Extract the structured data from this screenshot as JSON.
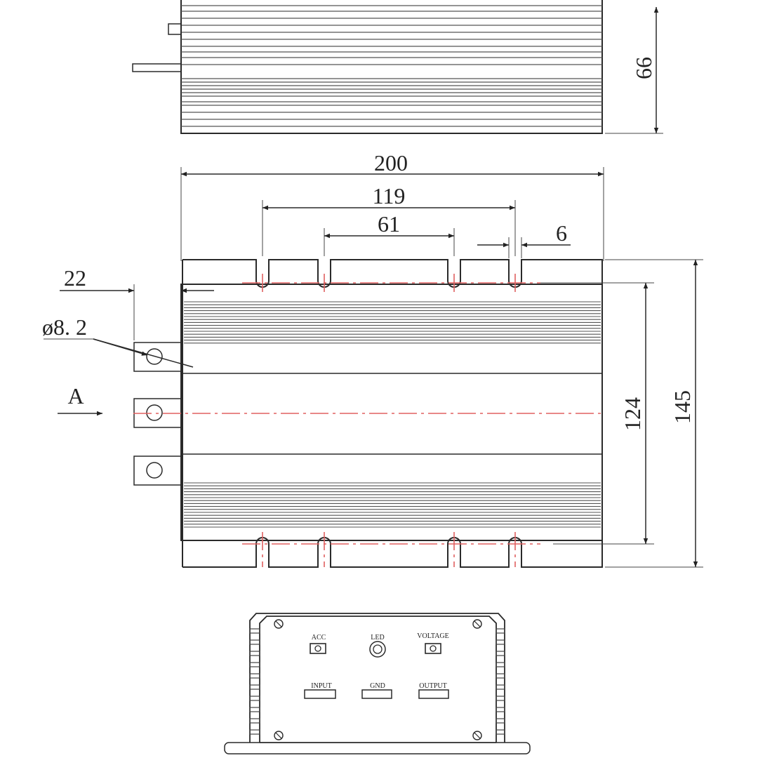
{
  "dimensions": {
    "height": "66",
    "overall_width": "200",
    "slot_span_outer": "119",
    "slot_span_inner": "61",
    "slot_width": "6",
    "tab_offset": "22",
    "hole_diameter": "ø8. 2",
    "mount_span": "124",
    "overall_depth": "145"
  },
  "view_label": "A",
  "panel_labels": {
    "acc": "ACC",
    "led": "LED",
    "voltage": "VOLTAGE",
    "input": "INPUT",
    "gnd": "GND",
    "output": "OUTPUT"
  },
  "colors": {
    "line": "#2a2a2a",
    "centerline": "#e06060"
  }
}
